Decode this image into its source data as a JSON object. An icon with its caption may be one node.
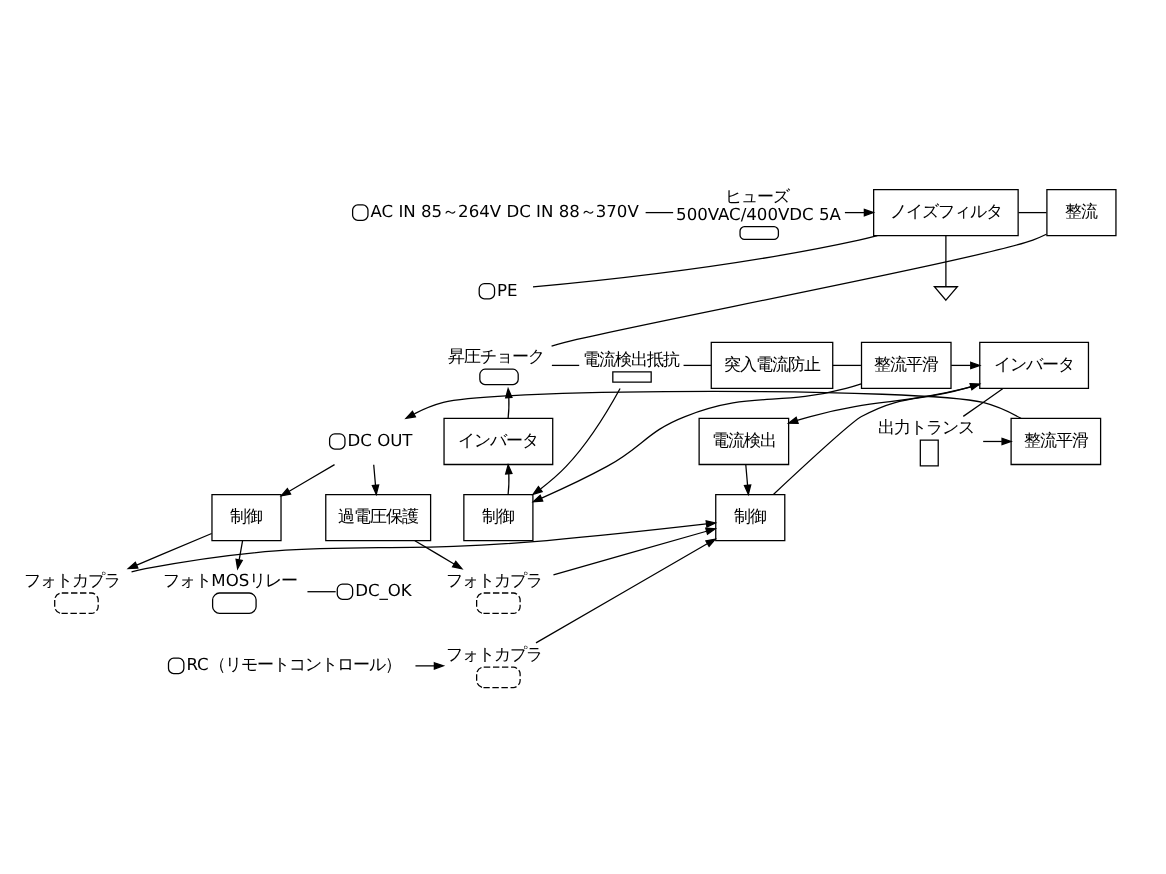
{
  "diagram": {
    "nodes": [
      {
        "text": [],
        "shape": "terminal",
        "beside": [
          "AC IN 85～264V DC IN 88～370V"
        ]
      },
      {
        "text": [],
        "shape": "fuse",
        "beside": [
          "ヒューズ",
          "500VAC/400VDC 5A"
        ]
      },
      {
        "text": [
          "ノイズフィルタ"
        ]
      },
      {
        "text": [],
        "shape": "terminal",
        "beside": [
          "PE"
        ]
      },
      {
        "text": [],
        "shape": "ground"
      },
      {
        "text": [
          "整流"
        ]
      },
      {
        "text": [],
        "shape": "inductor",
        "beside": [
          "昇圧チョーク"
        ]
      },
      {
        "text": [],
        "shape": "resistor",
        "beside": [
          "電流検出抵抗"
        ]
      },
      {
        "text": [
          "突入電流防止"
        ]
      },
      {
        "text": [
          "整流平滑"
        ]
      },
      {
        "text": [
          "インバータ"
        ]
      },
      {
        "text": [
          "インバータ"
        ]
      },
      {
        "text": [
          "制御"
        ]
      },
      {
        "text": [
          "電流検出"
        ]
      },
      {
        "text": [
          "制御"
        ]
      },
      {
        "text": [],
        "shape": "transformer",
        "beside": [
          "出力トランス"
        ]
      },
      {
        "text": [
          "整流平滑"
        ]
      },
      {
        "text": [],
        "shape": "terminal",
        "beside": [
          "DC OUT"
        ]
      },
      {
        "text": [
          "過電圧保護"
        ]
      },
      {
        "text": [],
        "shape": "photocoupler",
        "beside": [
          "フォトカプラ"
        ]
      },
      {
        "text": [
          "制御"
        ]
      },
      {
        "text": [],
        "shape": "photocoupler",
        "beside": [
          "フォトカプラ"
        ]
      },
      {
        "text": [],
        "shape": "relay",
        "beside": [
          "フォトMOSリレー"
        ]
      },
      {
        "text": [],
        "shape": "terminal",
        "beside": [
          "DC_OK"
        ]
      },
      {
        "text": [],
        "shape": "photocoupler",
        "beside": [
          "フォトカプラ"
        ]
      },
      {
        "text": [],
        "shape": "terminal",
        "beside": [
          "RC（リモートコントロール）"
        ]
      }
    ],
    "edges": [
      {
        "from": 0,
        "to": 1,
        "arrow": "none"
      },
      {
        "from": 1,
        "to": 2,
        "arrow": "to"
      },
      {
        "from": 3,
        "to": 2,
        "arrow": "none"
      },
      {
        "from": 4,
        "to": 2,
        "arrow": "none"
      },
      {
        "from": 2,
        "to": 5,
        "arrow": "none"
      },
      {
        "from": 5,
        "to": 6,
        "arrow": "none"
      },
      {
        "from": 6,
        "to": 7,
        "arrow": "none"
      },
      {
        "from": 7,
        "to": 8,
        "arrow": "none"
      },
      {
        "from": 8,
        "to": 9,
        "arrow": "none"
      },
      {
        "from": 9,
        "to": 10,
        "arrow": "to"
      },
      {
        "from": 9,
        "to": 12,
        "arrow": "to"
      },
      {
        "from": 7,
        "to": 12,
        "arrow": "to"
      },
      {
        "from": 12,
        "to": 11,
        "arrow": "to"
      },
      {
        "from": 11,
        "to": 6,
        "arrow": "to"
      },
      {
        "from": 10,
        "to": 13,
        "arrow": "to"
      },
      {
        "from": 13,
        "to": 14,
        "arrow": "to"
      },
      {
        "from": 14,
        "to": 10,
        "arrow": "to"
      },
      {
        "from": 10,
        "to": 15,
        "arrow": "none"
      },
      {
        "from": 15,
        "to": 16,
        "arrow": "to"
      },
      {
        "from": 16,
        "to": 17,
        "arrow": "to"
      },
      {
        "from": 17,
        "to": 18,
        "arrow": "to"
      },
      {
        "from": 17,
        "to": 20,
        "arrow": "to"
      },
      {
        "from": 18,
        "to": 19,
        "arrow": "to"
      },
      {
        "from": 19,
        "to": 14,
        "arrow": "to"
      },
      {
        "from": 20,
        "to": 21,
        "arrow": "to"
      },
      {
        "from": 21,
        "to": 14,
        "arrow": "to"
      },
      {
        "from": 20,
        "to": 22,
        "arrow": "to"
      },
      {
        "from": 22,
        "to": 23,
        "arrow": "none"
      },
      {
        "from": 25,
        "to": 24,
        "arrow": "to"
      },
      {
        "from": 24,
        "to": 14,
        "arrow": "to"
      }
    ]
  }
}
